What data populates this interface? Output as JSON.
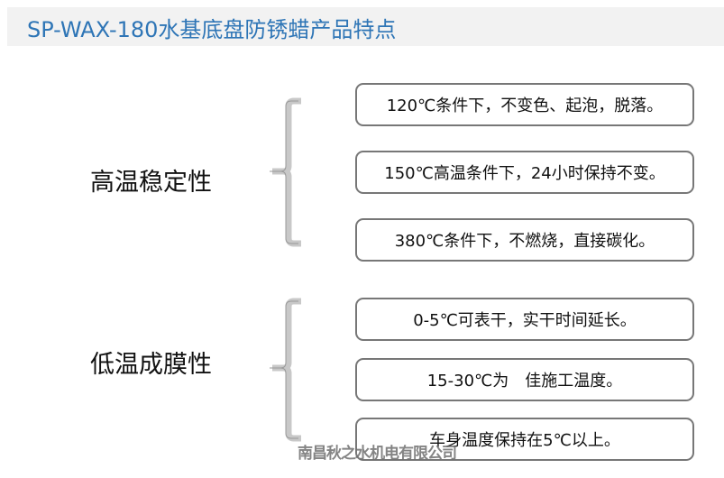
{
  "title": "SP-WAX-180水基底盘防锈蜡产品特点",
  "groups": [
    {
      "label": "高温稳定性",
      "items": [
        "120℃条件下，不变色、起泡，脱落。",
        "150℃高温条件下，24小时保持不变。",
        "380℃条件下，不燃烧，直接碳化。"
      ]
    },
    {
      "label": "低温成膜性",
      "items": [
        "0-5℃可表干，实干时间延长。",
        "15-30℃为　佳施工温度。",
        "车身温度保持在5℃以上。"
      ]
    }
  ],
  "watermark": "南昌秋之水机电有限公司",
  "colors": {
    "title": "#2e75b6",
    "header_bg": "#f2f2f2",
    "bracket": "#c8c8c8"
  }
}
